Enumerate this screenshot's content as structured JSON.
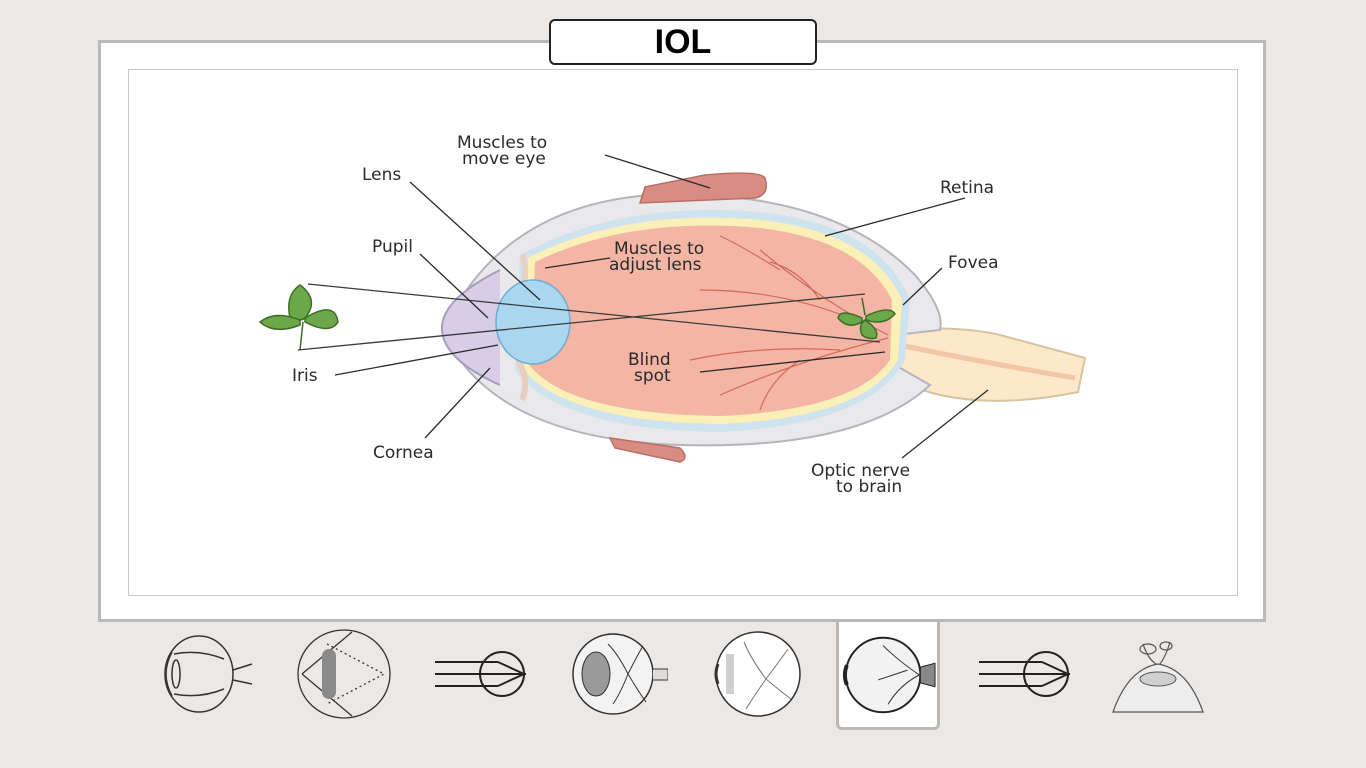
{
  "title": "IOL",
  "diagram": {
    "labels": {
      "muscles_move_eye_1": "Muscles to",
      "muscles_move_eye_2": "move eye",
      "lens": "Lens",
      "pupil": "Pupil",
      "muscles_adjust_1": "Muscles to",
      "muscles_adjust_2": "adjust lens",
      "retina": "Retina",
      "fovea": "Fovea",
      "blind_spot_1": "Blind",
      "blind_spot_2": "spot",
      "iris": "Iris",
      "cornea": "Cornea",
      "optic_nerve_1": "Optic nerve",
      "optic_nerve_2": "to brain"
    }
  },
  "thumbnails": [
    {
      "icon": "eye-cross-section-icon"
    },
    {
      "icon": "eye-projection-icon"
    },
    {
      "icon": "lens-ray-focus-icon"
    },
    {
      "icon": "eye-fundus-icon"
    },
    {
      "icon": "retina-vessels-icon"
    },
    {
      "icon": "eye-anatomy-icon",
      "active": true
    },
    {
      "icon": "lens-ray-focus-icon"
    },
    {
      "icon": "iol-implant-icon"
    }
  ]
}
